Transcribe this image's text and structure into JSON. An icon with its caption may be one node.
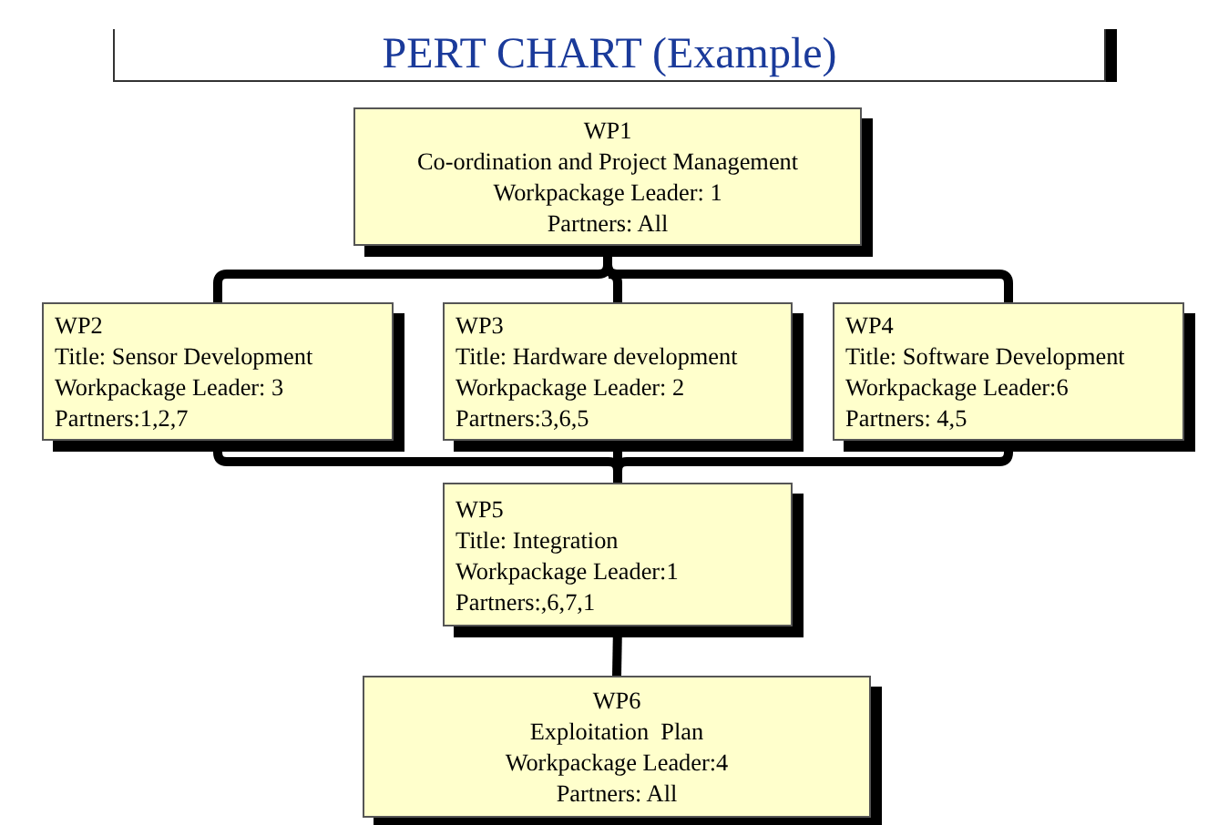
{
  "diagram": {
    "title": "PERT CHART (Example)",
    "nodes": [
      {
        "text": [
          "WP1",
          "Co-ordination and Project Management",
          "Workpackage Leader: 1",
          "Partners: All"
        ]
      },
      {
        "text": [
          "WP2",
          "Title: Sensor Development",
          "Workpackage Leader: 3",
          "Partners:1,2,7"
        ]
      },
      {
        "text": [
          "WP3",
          "Title: Hardware development",
          "Workpackage Leader: 2",
          "Partners:3,6,5"
        ]
      },
      {
        "text": [
          "WP4",
          "Title: Software Development",
          "Workpackage Leader:6",
          "Partners: 4,5"
        ]
      },
      {
        "text": [
          "WP5",
          "Title: Integration",
          "Workpackage Leader:1",
          "Partners:,6,7,1"
        ]
      },
      {
        "text": [
          "WP6",
          "Exploitation  Plan",
          "Workpackage Leader:4",
          "Partners: All"
        ]
      }
    ],
    "edges": [
      {
        "from": 0,
        "to": 1,
        "arrow": "none"
      },
      {
        "from": 0,
        "to": 2,
        "arrow": "none"
      },
      {
        "from": 0,
        "to": 3,
        "arrow": "none"
      },
      {
        "from": 1,
        "to": 4,
        "arrow": "none"
      },
      {
        "from": 2,
        "to": 4,
        "arrow": "none"
      },
      {
        "from": 3,
        "to": 4,
        "arrow": "none"
      },
      {
        "from": 4,
        "to": 5,
        "arrow": "none"
      }
    ]
  }
}
